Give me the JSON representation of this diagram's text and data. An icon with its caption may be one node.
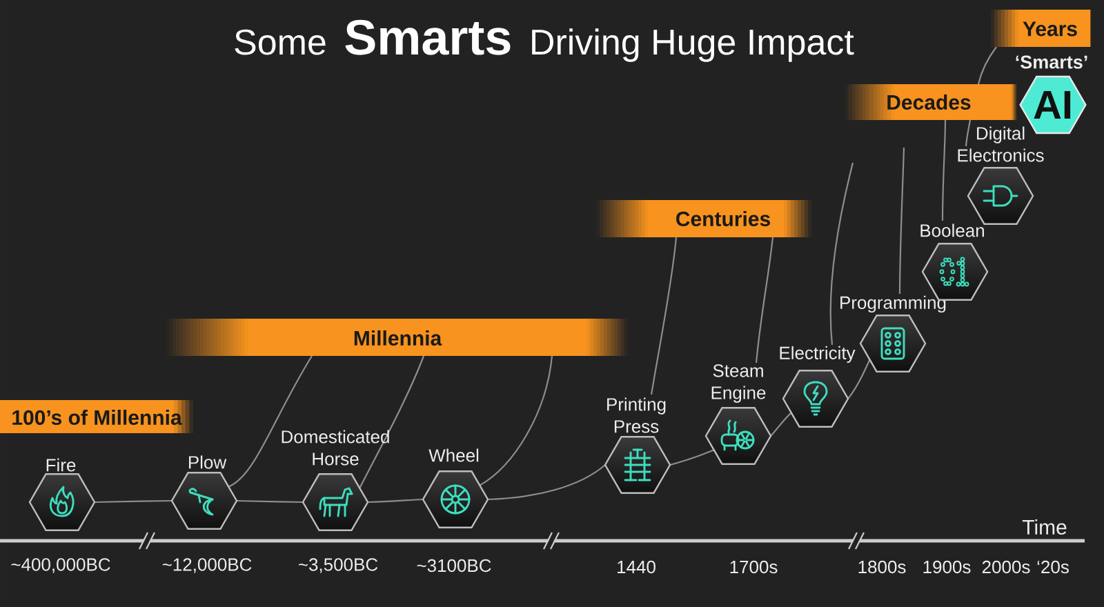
{
  "diagram": {
    "title": "Some **Smarts** Driving Huge Impact",
    "nodes": [
      {
        "text": [
          "100’s of Millennia"
        ]
      },
      {
        "text": [
          "Millennia"
        ]
      },
      {
        "text": [
          "Centuries"
        ]
      },
      {
        "text": [
          "Decades"
        ]
      },
      {
        "text": [
          "Years"
        ]
      },
      {
        "text": [
          "Fire"
        ]
      },
      {
        "text": [
          "Plow"
        ]
      },
      {
        "text": [
          "Domesticated Horse"
        ]
      },
      {
        "text": [
          "Wheel"
        ]
      },
      {
        "text": [
          "Printing Press"
        ]
      },
      {
        "text": [
          "Steam Engine"
        ]
      },
      {
        "text": [
          "Electricity"
        ]
      },
      {
        "text": [
          "Programming"
        ]
      },
      {
        "text": [
          "Boolean"
        ]
      },
      {
        "text": [
          "Digital Electronics"
        ]
      },
      {
        "text": [
          "‘Smarts’",
          "AI"
        ]
      }
    ],
    "edges": [
      {
        "from": 5,
        "to": 6,
        "arrow": "none"
      },
      {
        "from": 6,
        "to": 7,
        "arrow": "none"
      },
      {
        "from": 7,
        "to": 8,
        "arrow": "none"
      },
      {
        "from": 8,
        "to": 9,
        "arrow": "none"
      },
      {
        "from": 9,
        "to": 10,
        "arrow": "none"
      },
      {
        "from": 10,
        "to": 11,
        "arrow": "none"
      },
      {
        "from": 11,
        "to": 12,
        "arrow": "none"
      },
      {
        "from": 6,
        "to": 1,
        "arrow": "none"
      },
      {
        "from": 7,
        "to": 1,
        "arrow": "none"
      },
      {
        "from": 8,
        "to": 1,
        "arrow": "none"
      },
      {
        "from": 9,
        "to": 2,
        "arrow": "none"
      },
      {
        "from": 10,
        "to": 2,
        "arrow": "none"
      },
      {
        "from": 11,
        "to": null,
        "arrow": "none"
      },
      {
        "from": 12,
        "to": null,
        "arrow": "none"
      },
      {
        "from": 13,
        "to": 3,
        "arrow": "none"
      },
      {
        "from": 14,
        "to": 3,
        "arrow": "none"
      },
      {
        "from": 3,
        "to": 4,
        "arrow": "none"
      }
    ],
    "labels": [
      "Time",
      "~400,000BC",
      "~12,000BC",
      "~3,500BC",
      "~3100BC",
      "1440",
      "1700s",
      "1800s",
      "1900s",
      "2000s",
      "‘20s"
    ]
  }
}
